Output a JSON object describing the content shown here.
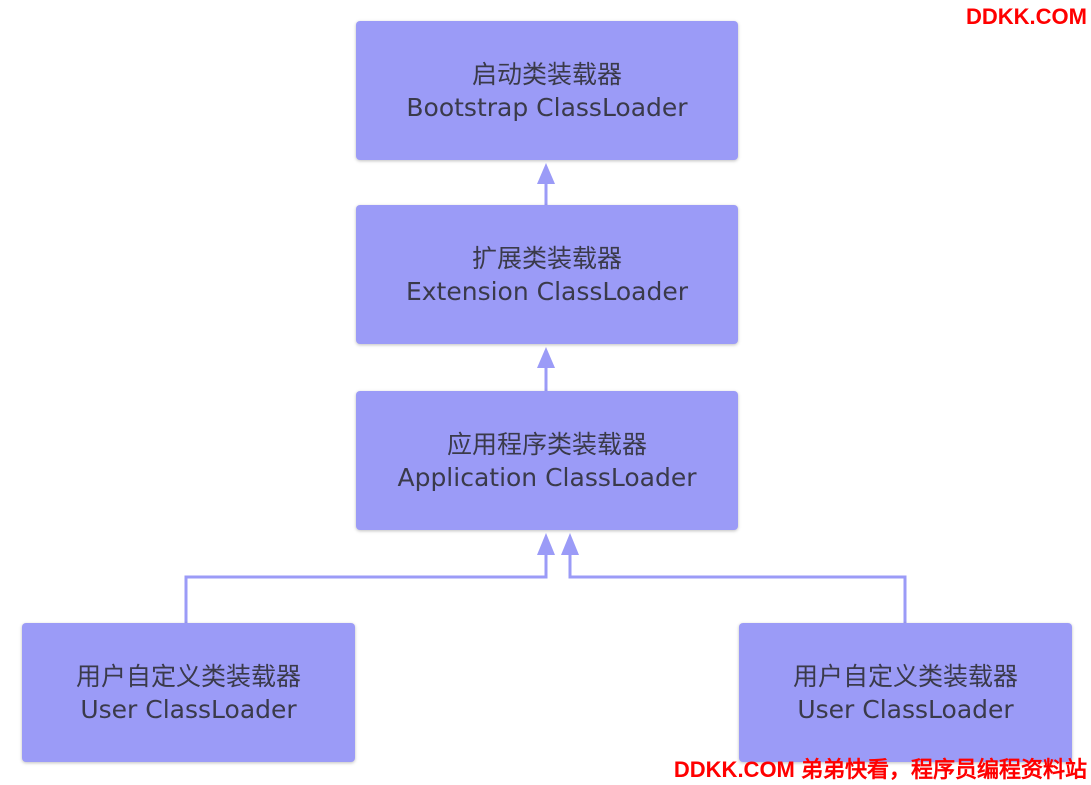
{
  "nodes": {
    "bootstrap": {
      "cn": "启动类装载器",
      "en": "Bootstrap ClassLoader"
    },
    "extension": {
      "cn": "扩展类装载器",
      "en": "Extension ClassLoader"
    },
    "application": {
      "cn": "应用程序类装载器",
      "en": "Application ClassLoader"
    },
    "user_left": {
      "cn": "用户自定义类装载器",
      "en": "User ClassLoader"
    },
    "user_right": {
      "cn": "用户自定义类装载器",
      "en": "User ClassLoader"
    }
  },
  "edges": [
    {
      "from": "extension",
      "to": "bootstrap"
    },
    {
      "from": "application",
      "to": "extension"
    },
    {
      "from": "user_left",
      "to": "application"
    },
    {
      "from": "user_right",
      "to": "application"
    }
  ],
  "watermark": {
    "top": "DDKK.COM",
    "bottom": "DDKK.COM 弟弟快看，程序员编程资料站"
  },
  "colors": {
    "node_fill": "#9b9bf7",
    "connector": "#9b9bf7",
    "watermark": "#ff0000"
  }
}
